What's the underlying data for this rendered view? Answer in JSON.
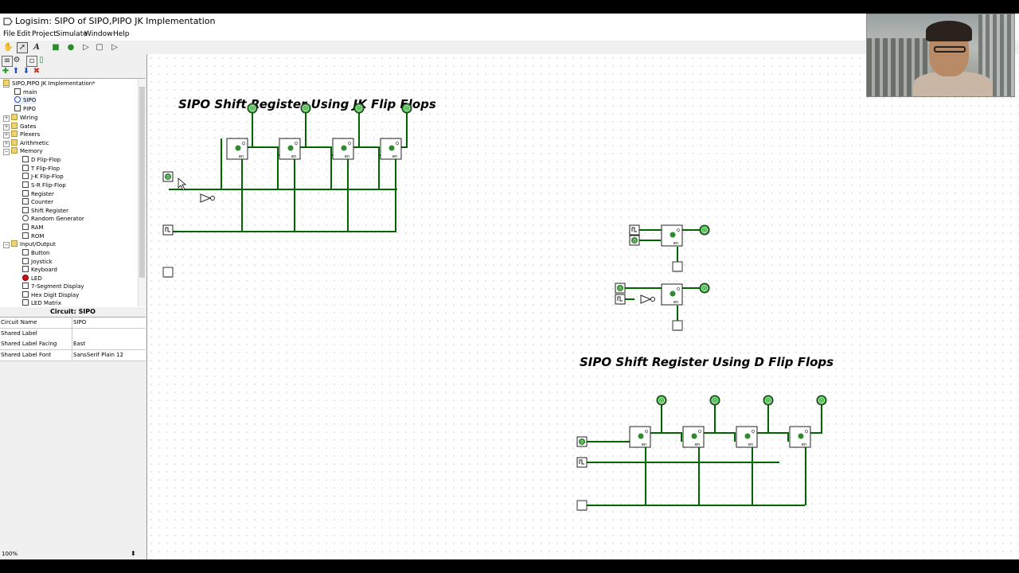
{
  "window": {
    "title": "Logisim: SIPO of SIPO,PIPO JK Implementation"
  },
  "menu": [
    "File",
    "Edit",
    "Project",
    "Simulate",
    "Window",
    "Help"
  ],
  "tree": {
    "project": "SIPO,PIPO JK Implementation*",
    "circuits": [
      "main",
      "SIPO",
      "PIPO"
    ],
    "libraries": [
      "Wiring",
      "Gates",
      "Plexers",
      "Arithmetic",
      "Memory"
    ],
    "memory_items": [
      "D Flip-Flop",
      "T Flip-Flop",
      "J-K Flip-Flop",
      "S-R Flip-Flop",
      "Register",
      "Counter",
      "Shift Register",
      "Random Generator",
      "RAM",
      "ROM"
    ],
    "io_library": "Input/Output",
    "io_items": [
      "Button",
      "Joystick",
      "Keyboard",
      "LED",
      "7-Segment Display",
      "Hex Digit Display",
      "LED Matrix"
    ]
  },
  "properties": {
    "header": "Circuit: SIPO",
    "rows": [
      {
        "key": "Circuit Name",
        "value": "SIPO"
      },
      {
        "key": "Shared Label",
        "value": ""
      },
      {
        "key": "Shared Label Facing",
        "value": "East"
      },
      {
        "key": "Shared Label Font",
        "value": "SansSerif Plain 12"
      }
    ]
  },
  "zoom": "100%",
  "canvas": {
    "title_jk": "SIPO Shift Register Using JK Flip Flops",
    "title_d": "SIPO Shift Register Using D Flip Flops",
    "pin_value": "0",
    "ff_label": "Q",
    "ff_enable": "en",
    "colors": {
      "wire": "#006400",
      "pin_fill": "#2e8b2e",
      "led": "#2aa52a"
    }
  }
}
